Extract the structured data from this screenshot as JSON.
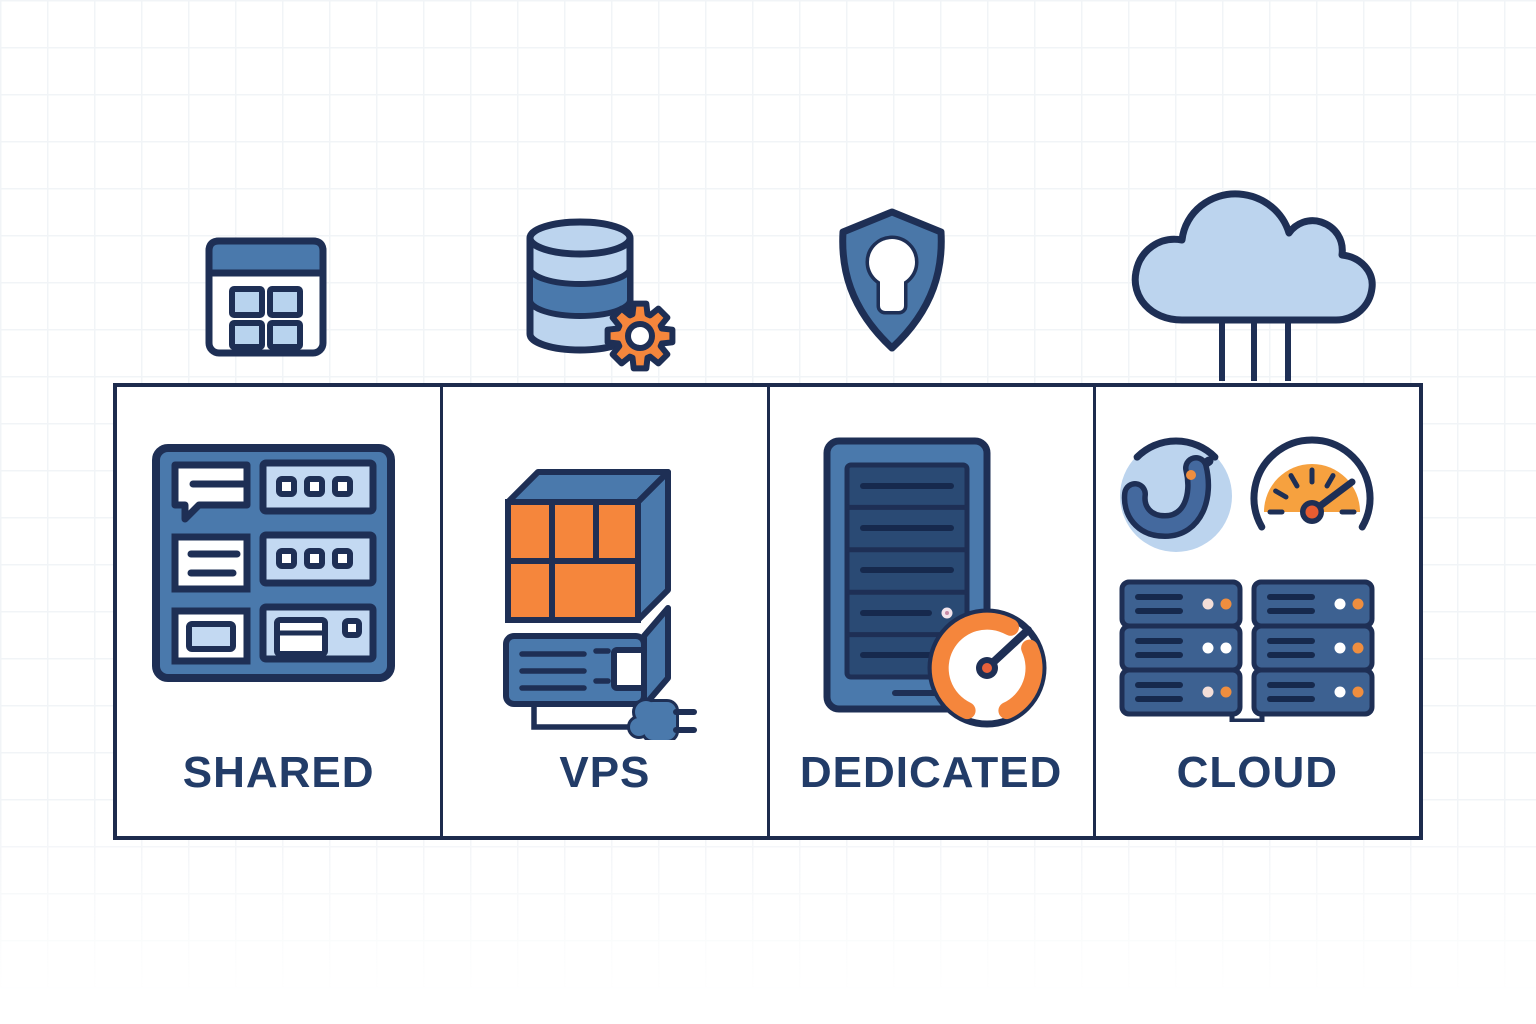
{
  "palette": {
    "outline_navy": "#1e2f55",
    "table_border_navy": "#1d2b4d",
    "medium_blue": "#4a79ac",
    "shield_blue": "#4a77a8",
    "light_blue": "#bcd4ee",
    "pale_blue": "#c3d9f2",
    "inner_dark_blue": "#2a4a74",
    "server_blue": "#3d6191",
    "orange": "#f5863c",
    "orange_light": "#f6a13f",
    "red_orange": "#e85c30",
    "label_text": "#223c68",
    "grid_line": "#e9edf2",
    "background": "#ffffff"
  },
  "panels": [
    {
      "label": "SHARED",
      "top_icon": "calendar-grid-icon",
      "main_icon": "shared-rack-icon"
    },
    {
      "label": "VPS",
      "top_icon": "database-gear-icon",
      "main_icon": "virtual-server-plug-icon"
    },
    {
      "label": "DEDICATED",
      "top_icon": "shield-keyhole-icon",
      "main_icon": "tower-server-gauge-icon"
    },
    {
      "label": "CLOUD",
      "top_icon": "cloud-icon",
      "main_icon": "cloud-cluster-icon"
    }
  ]
}
